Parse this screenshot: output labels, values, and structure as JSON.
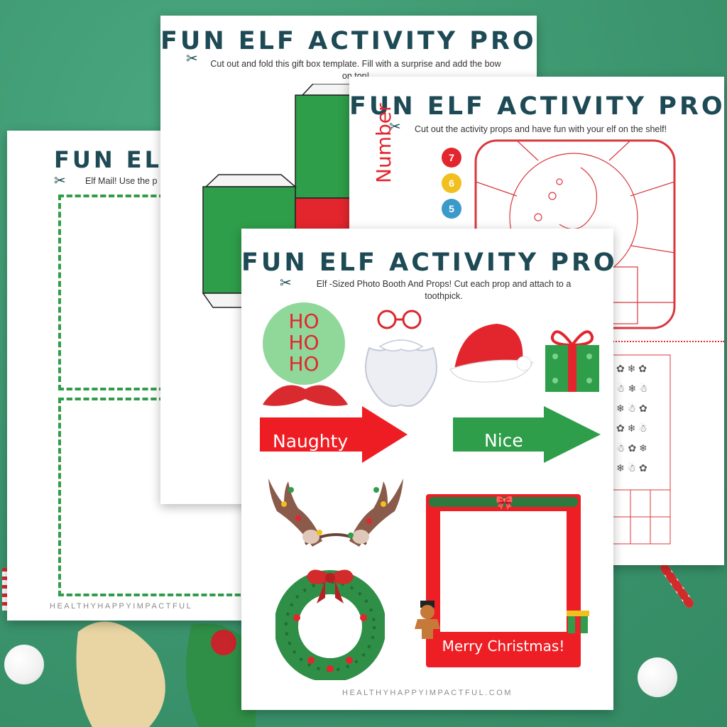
{
  "sheets": {
    "back_left": {
      "title": "FUN ELF A",
      "subtitle": "Elf Mail! Use the p",
      "footer": "HEALTHYHAPPYIMPACTFUL"
    },
    "back_middle": {
      "title": "FUN ELF ACTIVITY PROPS",
      "subtitle": "Cut out and fold this gift box template. Fill with a surprise and add the bow on top!"
    },
    "back_right": {
      "title": "FUN ELF ACTIVITY PROPS",
      "subtitle": "Cut out the activity props and have fun with your elf on the shelf!",
      "vertical_label": "Number",
      "number_badges": [
        "7",
        "6",
        "5"
      ]
    },
    "front": {
      "title": "FUN ELF ACTIVITY PROPS",
      "subtitle": "Elf -Sized Photo Booth And  Props! Cut each prop and attach to a toothpick.",
      "hoho": [
        "HO",
        "HO",
        "HO"
      ],
      "naughty_label": "Naughty",
      "nice_label": "Nice",
      "frame_caption": "Merry Christmas!",
      "footer": "HEALTHYHAPPYIMPACTFUL.COM"
    }
  },
  "colors": {
    "background": "#3e9a73",
    "title": "#1d4a55",
    "red": "#e3262e",
    "green": "#2e9e4a",
    "light_green": "#8fd89a"
  },
  "icons": [
    "scissors-icon"
  ]
}
